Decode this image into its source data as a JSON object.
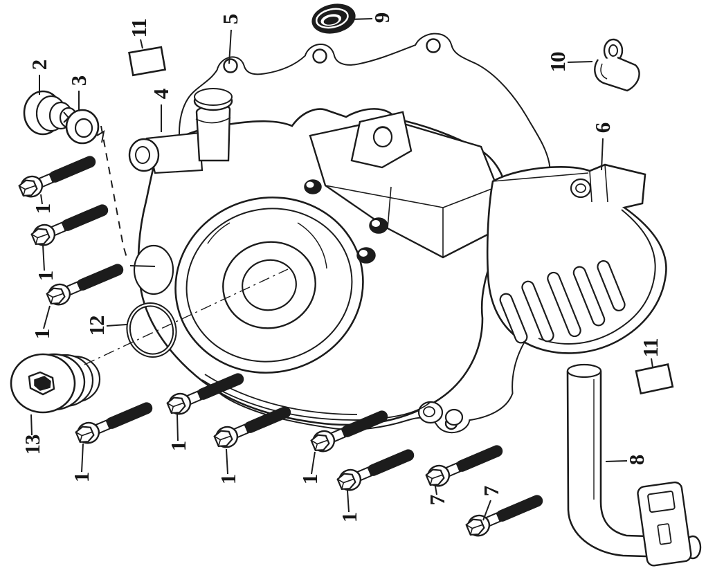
{
  "colors": {
    "paper": "#ffffff",
    "ink": "#1c1c1c"
  },
  "callouts": [
    {
      "part": "gasket-square-top",
      "label": "11"
    },
    {
      "part": "plug-bolt",
      "label": "2"
    },
    {
      "part": "sealing-washer",
      "label": "3"
    },
    {
      "part": "cover-gasket",
      "label": "5"
    },
    {
      "part": "oil-seal",
      "label": "9"
    },
    {
      "part": "pipe-clamp",
      "label": "10"
    },
    {
      "part": "water-pump-boss",
      "label": "4"
    },
    {
      "part": "slotted-guard",
      "label": "6"
    },
    {
      "part": "flange-bolt",
      "label": "1"
    },
    {
      "part": "flange-bolt",
      "label": "1"
    },
    {
      "part": "flange-bolt",
      "label": "1"
    },
    {
      "part": "o-ring",
      "label": "12"
    },
    {
      "part": "oil-filler-cap",
      "label": "13"
    },
    {
      "part": "flange-bolt",
      "label": "1"
    },
    {
      "part": "flange-bolt",
      "label": "1"
    },
    {
      "part": "flange-bolt",
      "label": "1"
    },
    {
      "part": "flange-bolt",
      "label": "1"
    },
    {
      "part": "flange-bolt",
      "label": "1"
    },
    {
      "part": "flange-bolt-short",
      "label": "7"
    },
    {
      "part": "flange-bolt-short",
      "label": "7"
    },
    {
      "part": "breather-pipe",
      "label": "8"
    },
    {
      "part": "gasket-square-bottom",
      "label": "11"
    }
  ]
}
